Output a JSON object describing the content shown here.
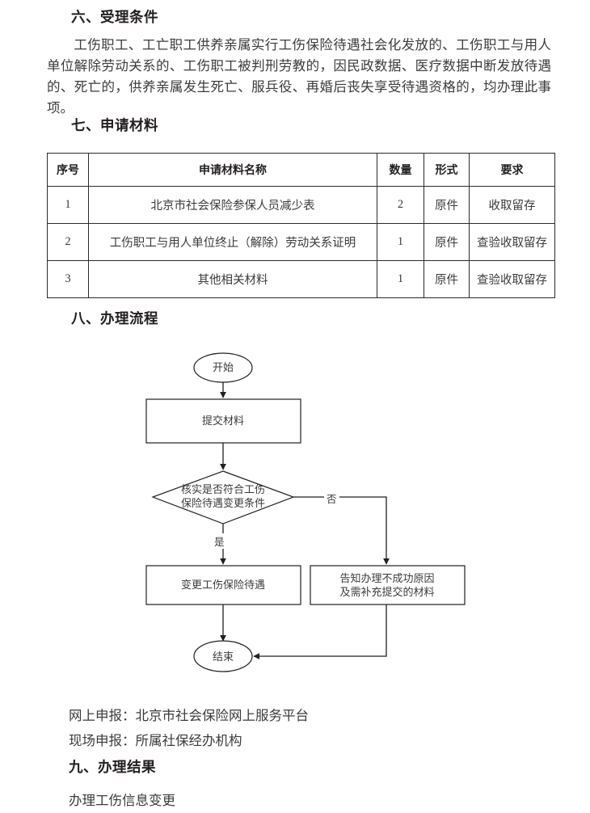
{
  "sections": {
    "acceptance": {
      "heading": "六、受理条件",
      "paragraph": "工伤职工、工亡职工供养亲属实行工伤保险待遇社会化发放的、工伤职工与用人单位解除劳动关系的、工伤职工被判刑劳教的，因民政数据、医疗数据中断发放待遇的、死亡的，供养亲属发生死亡、服兵役、再婚后丧失享受待遇资格的，均办理此事项。"
    },
    "materials": {
      "heading": "七、申请材料",
      "table": {
        "headers": [
          "序号",
          "申请材料名称",
          "数量",
          "形式",
          "要求"
        ],
        "rows": [
          [
            "1",
            "北京市社会保险参保人员减少表",
            "2",
            "原件",
            "收取留存"
          ],
          [
            "2",
            "工伤职工与用人单位终止（解除）劳动关系证明",
            "1",
            "原件",
            "查验收取留存"
          ],
          [
            "3",
            "其他相关材料",
            "1",
            "原件",
            "查验收取留存"
          ]
        ]
      }
    },
    "process": {
      "heading": "八、办理流程",
      "flowchart": {
        "nodes": {
          "start": "开始",
          "submit": "提交材料",
          "decision_line1": "核实是否符合工伤",
          "decision_line2": "保险待遇变更条件",
          "success": "变更工伤保险待遇",
          "fail_line1": "告知办理不成功原因",
          "fail_line2": "及需补充提交的材料",
          "end": "结束"
        },
        "edges": {
          "yes": "是",
          "no": "否"
        }
      },
      "channels": [
        "网上申报：北京市社会保险网上服务平台",
        "现场申报：所属社保经办机构"
      ]
    },
    "result": {
      "heading": "九、办理结果",
      "text": "办理工伤信息变更"
    }
  },
  "colors": {
    "text": "#3b3b3b",
    "heading": "#231f20",
    "line": "#2b2b2b",
    "background": "#ffffff"
  }
}
